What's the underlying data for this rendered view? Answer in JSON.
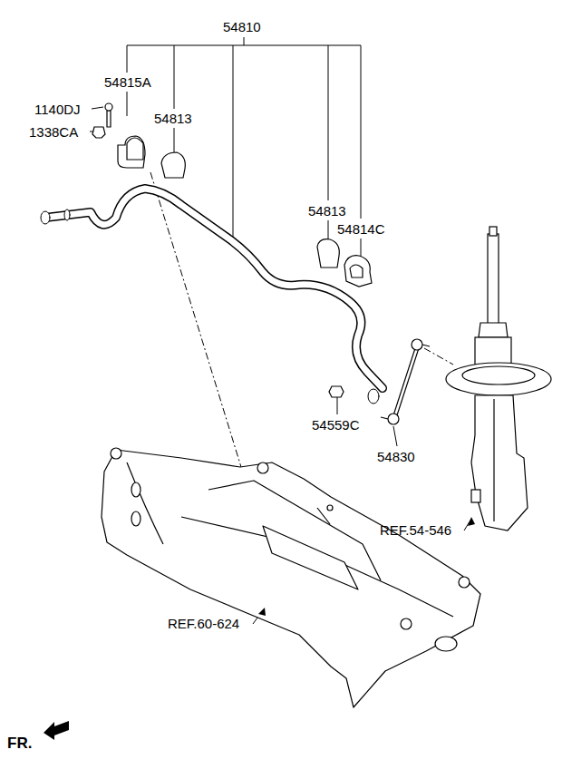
{
  "diagram": {
    "labels": [
      "54810",
      "54815A",
      "1140DJ",
      "1338CA",
      "54813",
      "54813",
      "54814C",
      "54559C",
      "54830",
      "REF.54-546",
      "REF.60-624",
      "FR."
    ]
  }
}
